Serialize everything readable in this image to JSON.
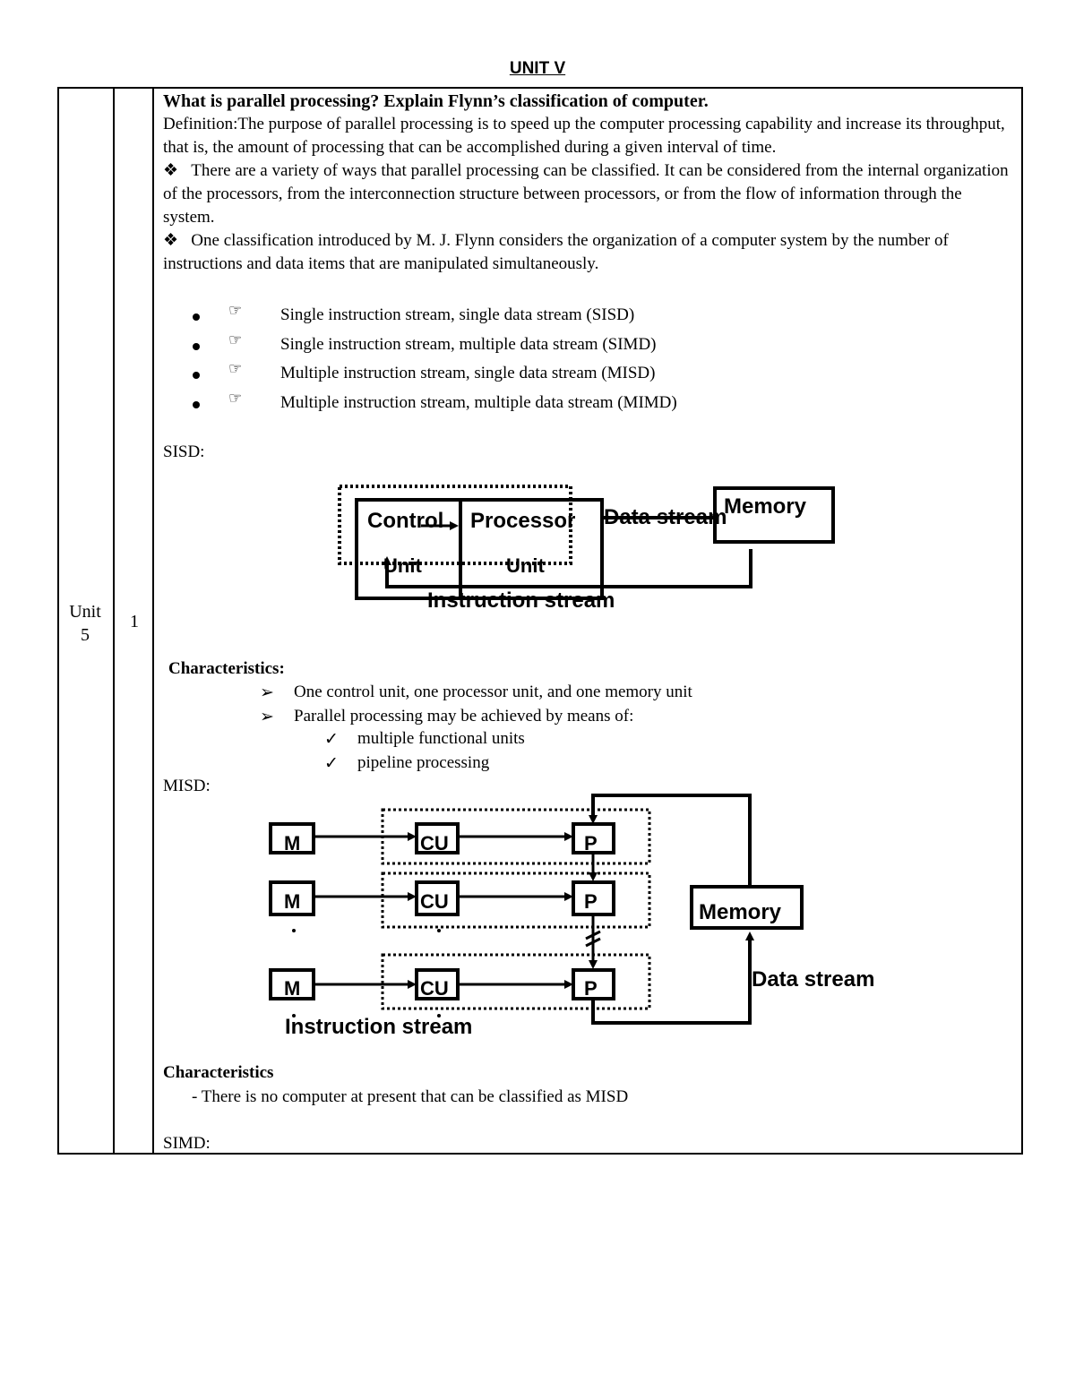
{
  "heading": "UNIT V",
  "table": {
    "unit_label_line1": "Unit",
    "unit_label_line2": "5",
    "row_number": "1"
  },
  "question": "What is parallel processing? Explain Flynn’s classification of computer.",
  "definition": "Definition:The purpose of parallel processing is to speed up the computer processing capability and increase its throughput, that is, the amount of processing that can be accomplished during a given interval of time.",
  "points": [
    "There are a variety of ways that parallel processing can be classified. It can be considered from the internal organization of the processors, from the interconnection structure between processors, or from the flow of information through the system.",
    "One classification introduced by M. J. Flynn considers the organization of a computer system by the number of instructions and data items that are manipulated simultaneously."
  ],
  "classifications": [
    "Single instruction stream, single data stream (SISD)",
    "Single instruction stream, multiple data stream (SIMD)",
    "Multiple instruction stream, single data stream (MISD)",
    "Multiple instruction stream, multiple data stream (MIMD)"
  ],
  "sisd": {
    "label": "SISD:",
    "diagram": {
      "control": "Control",
      "unit1": "Unit",
      "processor": "Processor",
      "unit2": "Unit",
      "data_stream": "Data stream",
      "memory": "Memory",
      "instruction_stream": "Instruction stream"
    },
    "characteristics_title": "Characteristics:",
    "characteristics": [
      "One control unit, one processor unit, and one memory unit",
      "Parallel processing may be achieved by means of:"
    ],
    "sub_items": [
      "multiple functional units",
      "pipeline processing"
    ]
  },
  "misd": {
    "label": "MISD:",
    "diagram": {
      "m": "M",
      "cu": "CU",
      "p": "P",
      "memory": "Memory",
      "data_stream": "Data stream",
      "instruction_stream": "Instruction stream"
    },
    "characteristics_title": "Characteristics",
    "characteristics": [
      "- There is no computer at present that can be classified as MISD"
    ]
  },
  "simd_label": "SIMD:"
}
